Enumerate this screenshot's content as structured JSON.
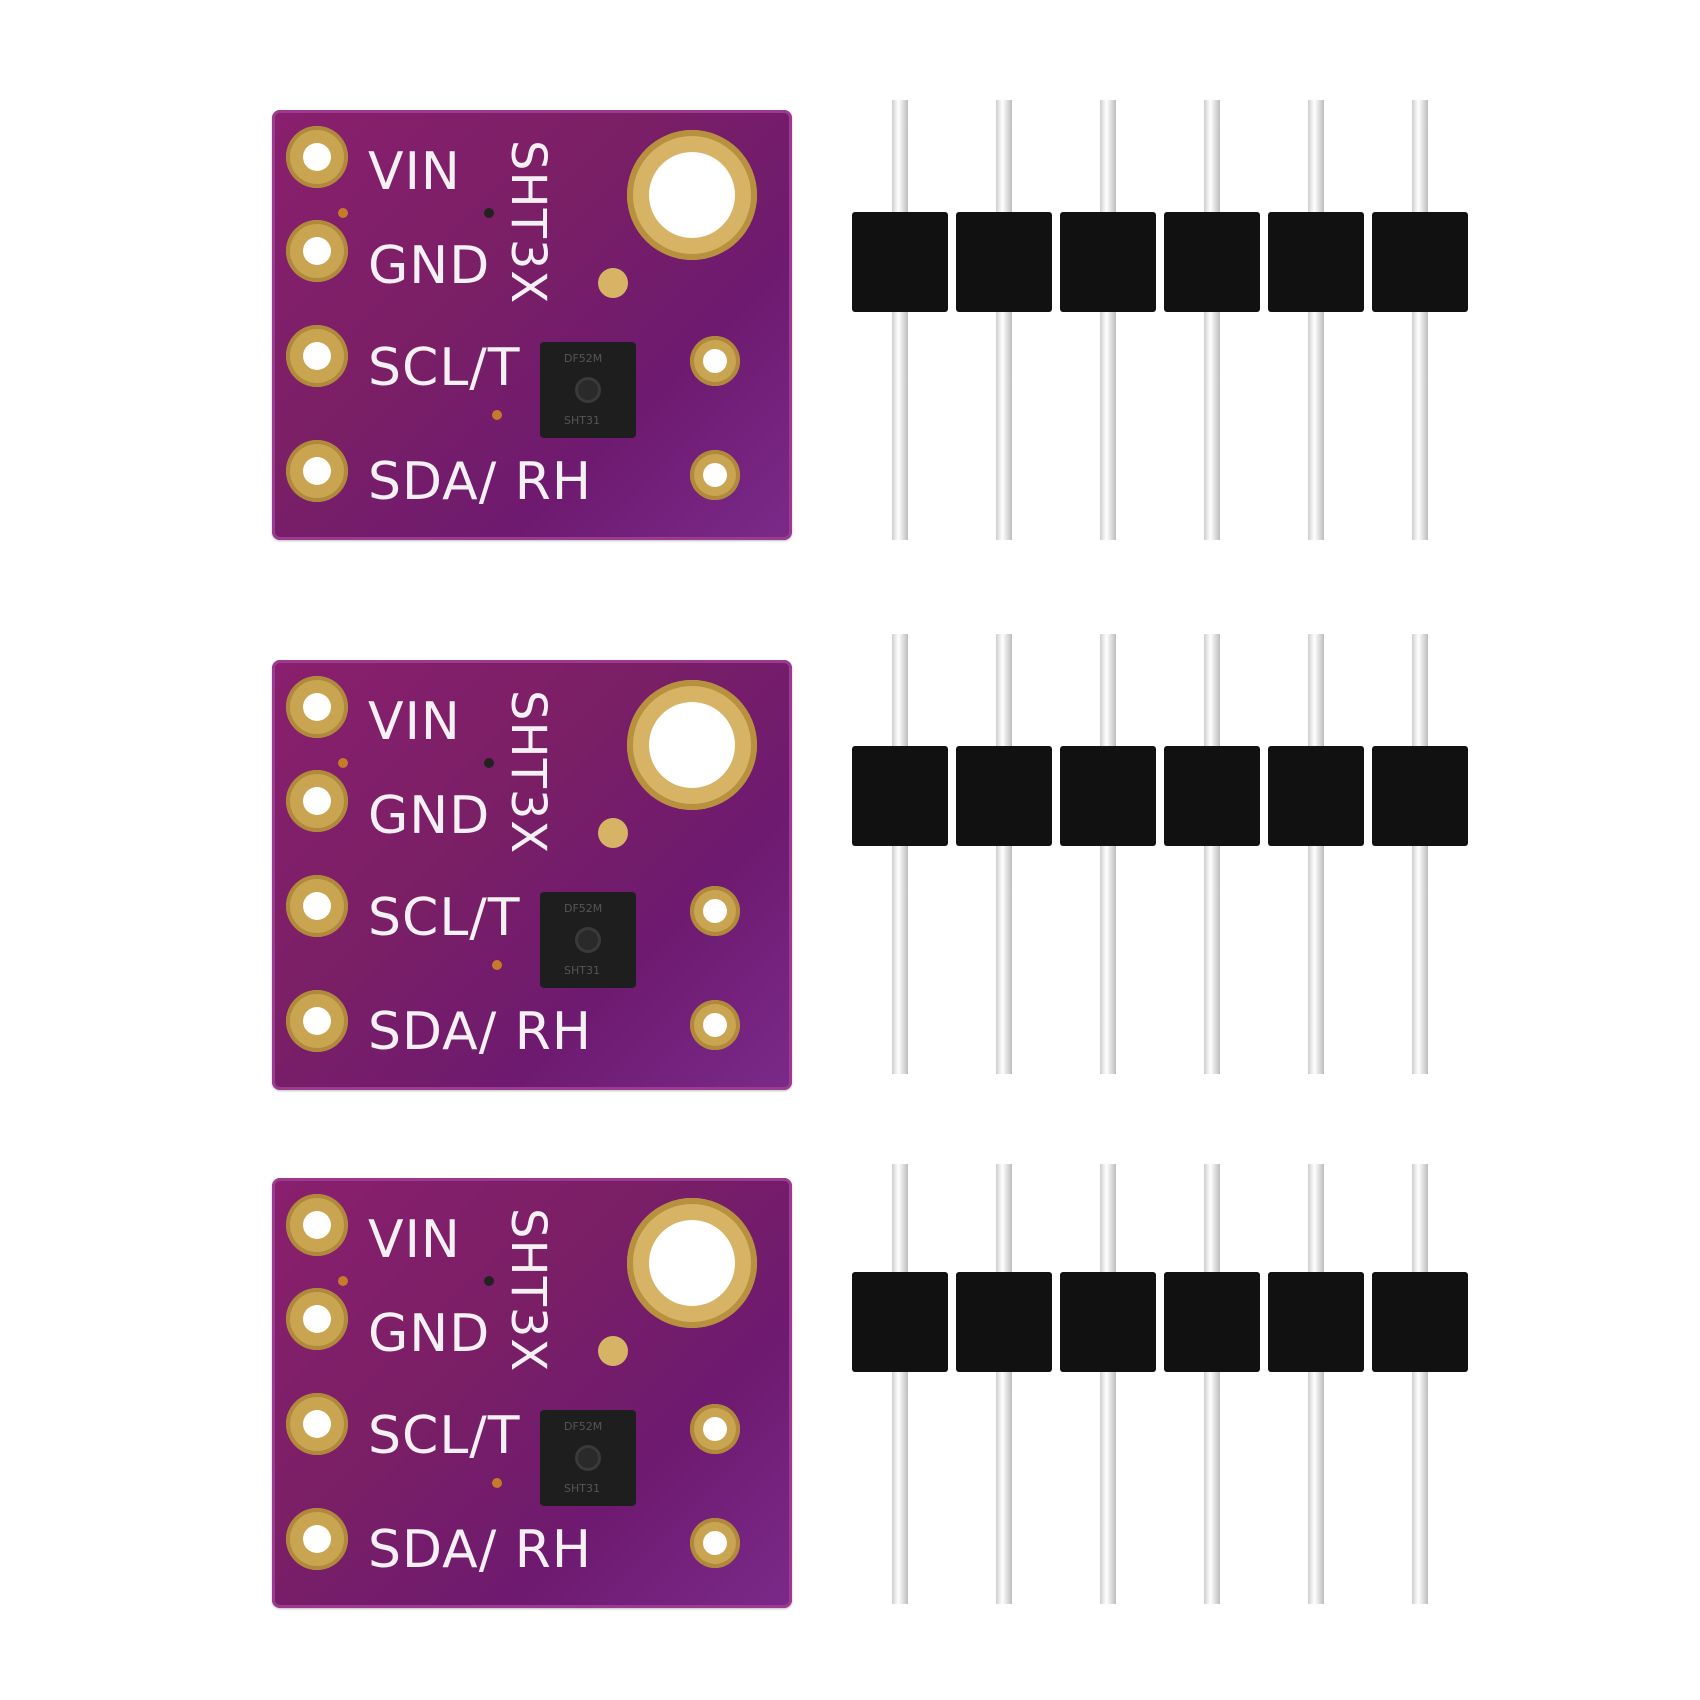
{
  "image": {
    "description": "Three purple SHT3X temperature/humidity sensor breakout boards, each shown next to a 6-pin male header strip",
    "background": "#ffffff"
  },
  "boards": [
    {
      "labels": {
        "vin": "VIN",
        "gnd": "GND",
        "scl": "SCL/T",
        "sda": "SDA/ RH",
        "model": "SHT3X"
      },
      "chip": {
        "marking_top": "DF52M",
        "marking_bottom": "SHT31"
      }
    },
    {
      "labels": {
        "vin": "VIN",
        "gnd": "GND",
        "scl": "SCL/T",
        "sda": "SDA/ RH",
        "model": "SHT3X"
      },
      "chip": {
        "marking_top": "DF52M",
        "marking_bottom": "SHT31"
      }
    },
    {
      "labels": {
        "vin": "VIN",
        "gnd": "GND",
        "scl": "SCL/T",
        "sda": "SDA/ RH",
        "model": "SHT3X"
      },
      "chip": {
        "marking_top": "DF52M",
        "marking_bottom": "SHT31"
      }
    }
  ],
  "headers": [
    {
      "pin_count": 6
    },
    {
      "pin_count": 6
    },
    {
      "pin_count": 6
    }
  ],
  "colors": {
    "pcb": "#7a1f66",
    "gold_pad": "#c9a552",
    "silkscreen": "#f4f0f4",
    "header_plastic": "#111111",
    "pin_metal": "#d8d8d8"
  }
}
